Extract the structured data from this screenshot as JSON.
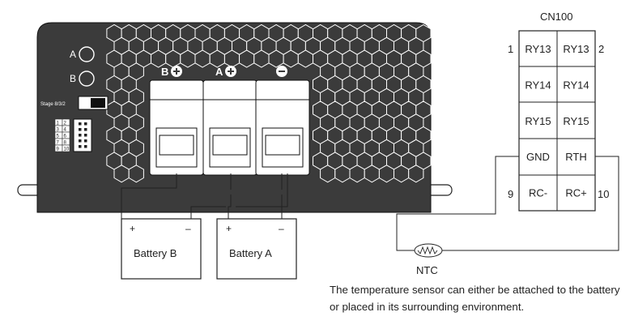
{
  "charger": {
    "switch_labels": [
      "A",
      "B"
    ],
    "stage_label": "Stage 8/3/2",
    "dip_numbers": [
      "1",
      "2",
      "3",
      "4",
      "5",
      "6",
      "7",
      "8",
      "9",
      "10"
    ],
    "terminal_labels": {
      "b": "B",
      "a": "A"
    }
  },
  "batteries": [
    {
      "name": "Battery B",
      "plus": "+",
      "minus": "–"
    },
    {
      "name": "Battery A",
      "plus": "+",
      "minus": "–"
    }
  ],
  "connector": {
    "title": "CN100",
    "pins": [
      [
        "RY13",
        "RY13"
      ],
      [
        "RY14",
        "RY14"
      ],
      [
        "RY15",
        "RY15"
      ],
      [
        "GND",
        "RTH"
      ],
      [
        "RC-",
        "RC+"
      ]
    ],
    "pin_numbers": {
      "top_left": "1",
      "top_right": "2",
      "bottom_left": "9",
      "bottom_right": "10"
    }
  },
  "sensor": {
    "label": "NTC"
  },
  "note": "The temperature sensor can either be attached to the battery or placed in its surrounding environment."
}
